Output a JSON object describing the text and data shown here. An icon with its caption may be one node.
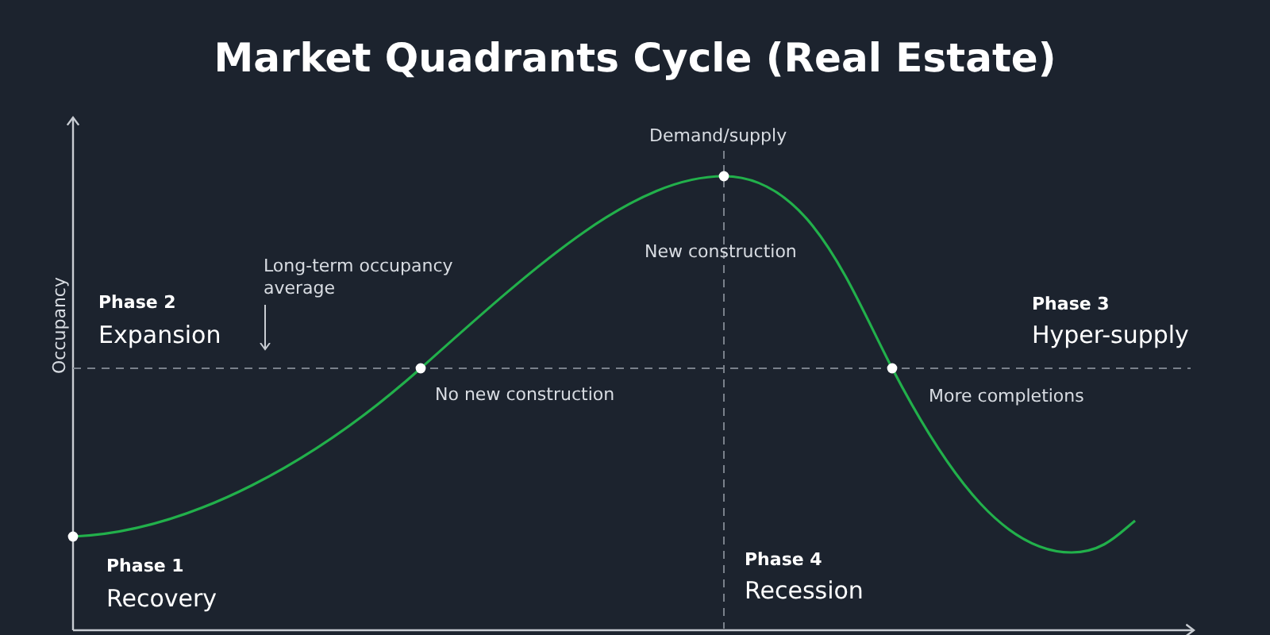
{
  "diagram": {
    "title": "Market Quadrants Cycle (Real Estate)",
    "labels": [
      "Demand/supply",
      "New construction",
      "Phase 2",
      "Expansion",
      "Long-term occupancy average",
      "Phase 3",
      "Hyper-supply",
      "Occupancy",
      "No new construction",
      "More completions",
      "Phase 1",
      "Recovery",
      "Phase 4",
      "Recession"
    ]
  }
}
